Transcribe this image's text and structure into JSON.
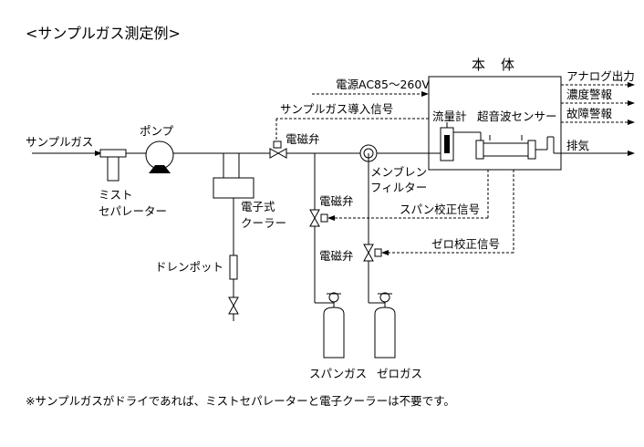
{
  "title": "<サンプルガス測定例>",
  "labels": {
    "main_body": "本　体",
    "analog_output": "アナログ出力",
    "concentration_alarm": "濃度警報",
    "fault_alarm": "故障警報",
    "exhaust": "排気",
    "power_supply": "電源AC85～260V",
    "sample_gas_signal": "サンプルガス導入信号",
    "flowmeter": "流量計",
    "ultrasonic_sensor": "超音波センサー",
    "sample_gas_in": "サンプルガス",
    "pump": "ポンプ",
    "solenoid_valve_main": "電磁弁",
    "membrane_filter_1": "メンブレン",
    "membrane_filter_2": "フィルター",
    "mist_separator_1": "ミスト",
    "mist_separator_2": "セパレーター",
    "electronic_cooler_1": "電子式",
    "electronic_cooler_2": "クーラー",
    "drain_pot": "ドレンポット",
    "solenoid_valve_span": "電磁弁",
    "span_calibration_signal": "スパン校正信号",
    "solenoid_valve_zero": "電磁弁",
    "zero_calibration_signal": "ゼロ校正信号",
    "span_gas": "スパンガス",
    "zero_gas": "ゼロガス"
  },
  "note": "※サンプルガスがドライであれば、ミストセパレーターと電子クーラーは不要です。"
}
